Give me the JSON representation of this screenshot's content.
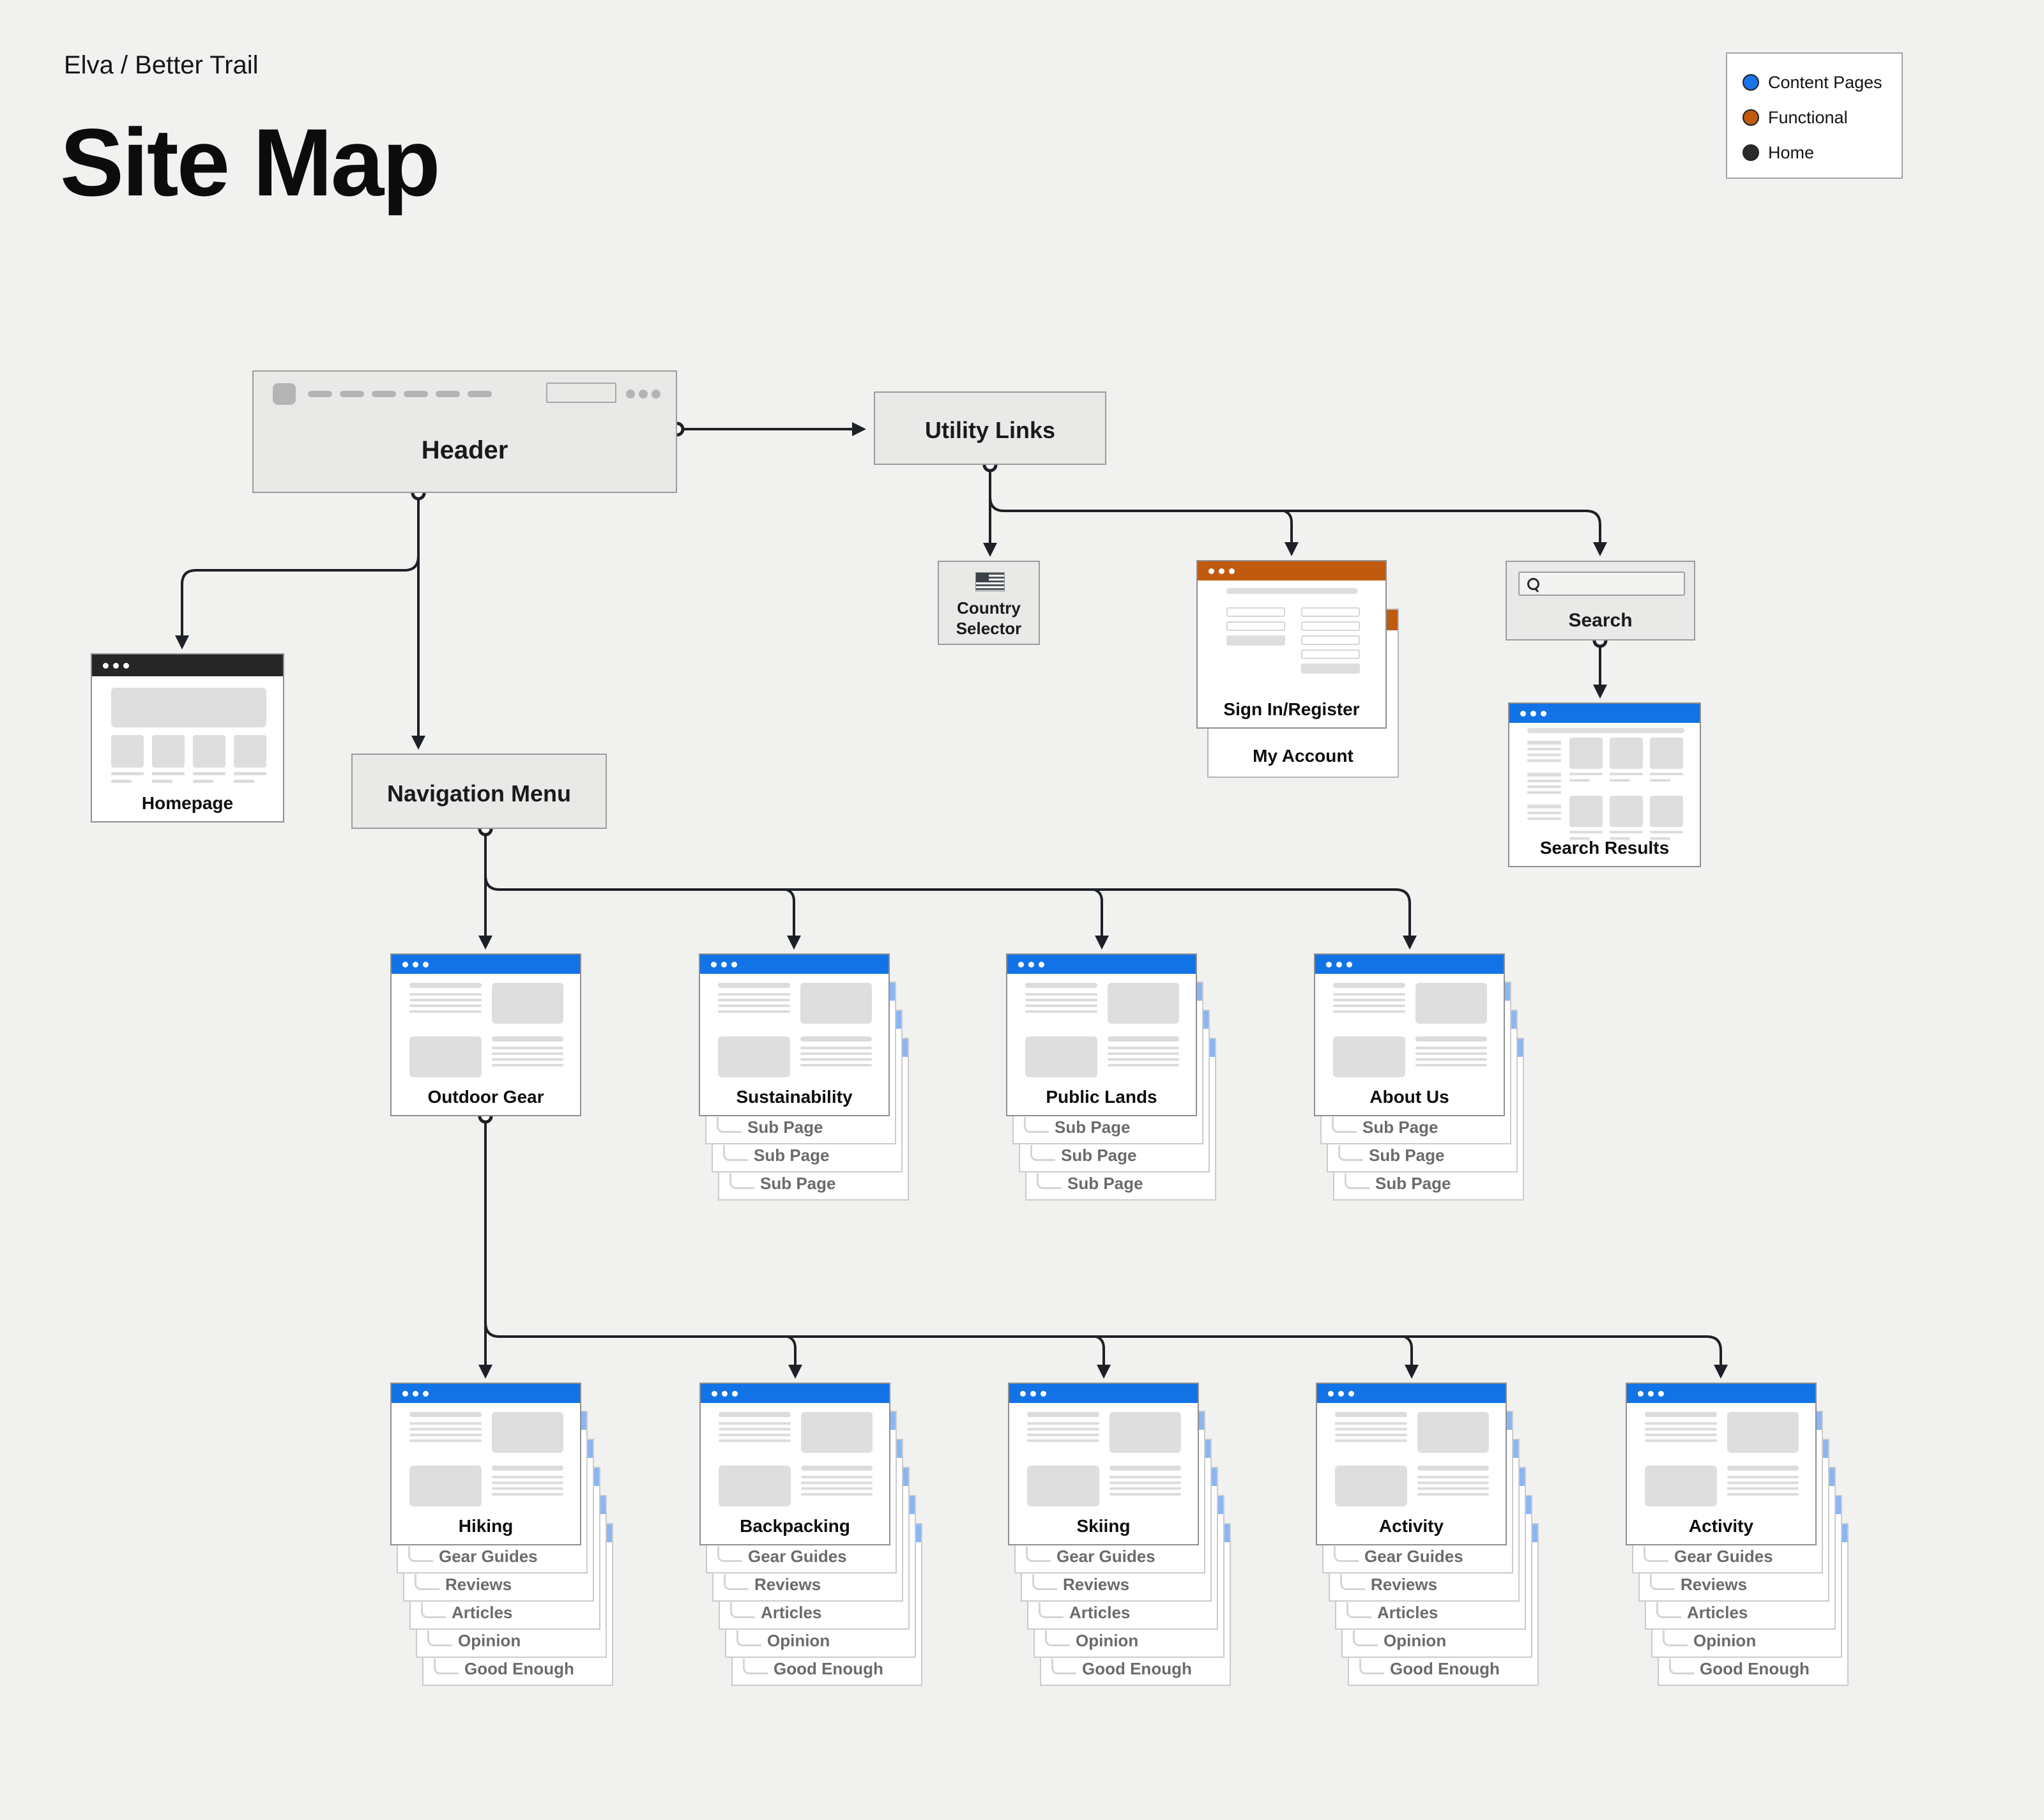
{
  "page": {
    "brand": "Elva / Better Trail",
    "title": "Site Map"
  },
  "legend": [
    {
      "label": "Content Pages",
      "color": "#1a73e8"
    },
    {
      "label": "Functional",
      "color": "#bf5a0e"
    },
    {
      "label": "Home",
      "color": "#2b2b2b"
    }
  ],
  "colors": {
    "canvas": "#f1f1ef",
    "connector": "#1d2127",
    "content": "#1273e6",
    "functional": "#bf5a0e",
    "home": "#262626",
    "tab": "#8ab6f4"
  },
  "boxes": {
    "header": "Header",
    "utility": "Utility Links",
    "nav": "Navigation Menu",
    "country": "Country Selector",
    "search": "Search"
  },
  "windows": {
    "homepage": "Homepage",
    "signin": "Sign In/Register",
    "myaccount": "My Account",
    "results": "Search Results",
    "outdoor": "Outdoor Gear",
    "sustainability": {
      "label": "Sustainability",
      "subs": [
        "Sub Page",
        "Sub Page",
        "Sub Page"
      ]
    },
    "publiclands": {
      "label": "Public Lands",
      "subs": [
        "Sub Page",
        "Sub Page",
        "Sub Page"
      ]
    },
    "aboutus": {
      "label": "About Us",
      "subs": [
        "Sub Page",
        "Sub Page",
        "Sub Page"
      ]
    },
    "hiking": {
      "label": "Hiking",
      "subs": [
        "Gear Guides",
        "Reviews",
        "Articles",
        "Opinion",
        "Good Enough"
      ]
    },
    "backpacking": {
      "label": "Backpacking",
      "subs": [
        "Gear Guides",
        "Reviews",
        "Articles",
        "Opinion",
        "Good Enough"
      ]
    },
    "skiing": {
      "label": "Skiing",
      "subs": [
        "Gear Guides",
        "Reviews",
        "Articles",
        "Opinion",
        "Good Enough"
      ]
    },
    "activity1": {
      "label": "Activity",
      "subs": [
        "Gear Guides",
        "Reviews",
        "Articles",
        "Opinion",
        "Good Enough"
      ]
    },
    "activity2": {
      "label": "Activity",
      "subs": [
        "Gear Guides",
        "Reviews",
        "Articles",
        "Opinion",
        "Good Enough"
      ]
    }
  }
}
